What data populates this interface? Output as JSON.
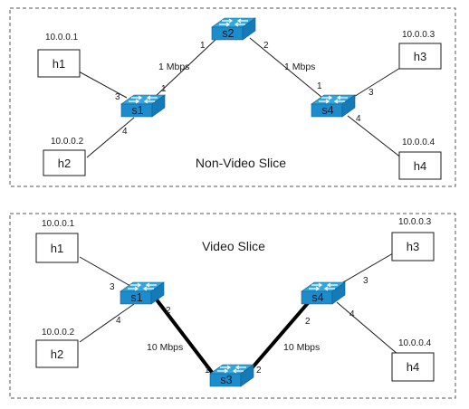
{
  "slices": [
    {
      "id": "non_video",
      "title": "Non-Video Slice",
      "hosts": [
        {
          "name": "h1",
          "ip": "10.0.0.1"
        },
        {
          "name": "h2",
          "ip": "10.0.0.2"
        },
        {
          "name": "h3",
          "ip": "10.0.0.3"
        },
        {
          "name": "h4",
          "ip": "10.0.0.4"
        }
      ],
      "switches": [
        "s1",
        "s2",
        "s4"
      ],
      "links": [
        {
          "from": "h1",
          "to": "s1",
          "port_to": "3"
        },
        {
          "from": "h2",
          "to": "s1",
          "port_to": "4"
        },
        {
          "from": "s1",
          "to": "s2",
          "port_from": "1",
          "port_to": "1",
          "bandwidth": "1 Mbps"
        },
        {
          "from": "s2",
          "to": "s4",
          "port_from": "2",
          "port_to": "1",
          "bandwidth": "1 Mbps"
        },
        {
          "from": "h3",
          "to": "s4",
          "port_to": "3"
        },
        {
          "from": "h4",
          "to": "s4",
          "port_to": "4"
        }
      ]
    },
    {
      "id": "video",
      "title": "Video Slice",
      "hosts": [
        {
          "name": "h1",
          "ip": "10.0.0.1"
        },
        {
          "name": "h2",
          "ip": "10.0.0.2"
        },
        {
          "name": "h3",
          "ip": "10.0.0.3"
        },
        {
          "name": "h4",
          "ip": "10.0.0.4"
        }
      ],
      "switches": [
        "s1",
        "s3",
        "s4"
      ],
      "links": [
        {
          "from": "h1",
          "to": "s1",
          "port_to": "3"
        },
        {
          "from": "h2",
          "to": "s1",
          "port_to": "4"
        },
        {
          "from": "s1",
          "to": "s3",
          "port_from": "2",
          "port_to": "1",
          "bandwidth": "10 Mbps"
        },
        {
          "from": "s3",
          "to": "s4",
          "port_from": "2",
          "port_to": "2",
          "bandwidth": "10 Mbps"
        },
        {
          "from": "h3",
          "to": "s4",
          "port_to": "3"
        },
        {
          "from": "h4",
          "to": "s4",
          "port_to": "4"
        }
      ]
    }
  ],
  "colors": {
    "switch_top": "#33a6dc",
    "switch_side": "#157ab8",
    "switch_front": "#1c8ccc",
    "thin_link": "#1a1a1a",
    "thick_link": "#000000",
    "border": "#555555"
  }
}
